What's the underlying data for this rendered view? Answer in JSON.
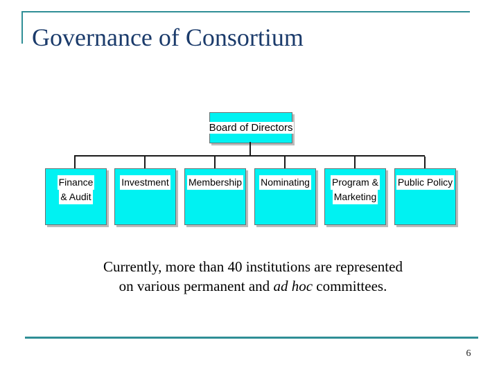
{
  "slide": {
    "title": "Governance of Consortium",
    "page_number": "6"
  },
  "org_chart": {
    "root": {
      "label": "Board of Directors"
    },
    "committees": [
      {
        "line1": "Finance",
        "line2": "& Audit"
      },
      {
        "line1": "Investment"
      },
      {
        "line1": "Membership"
      },
      {
        "line1": "Nominating"
      },
      {
        "line1": "Program &",
        "line2": "Marketing"
      },
      {
        "line1": "Public Policy"
      }
    ]
  },
  "body": {
    "line1": "Currently, more than 40 institutions are represented",
    "line2_before": "on various permanent and",
    "line2_italic": "ad hoc",
    "line2_after": "committees."
  },
  "colors": {
    "accent_line": "#2F8E96",
    "title_text": "#1B3B6B",
    "box_fill": "#00F2F2",
    "box_border": "#6F6F6F",
    "box_label_background": "#FFFFFF",
    "connector": "#1A1A1A",
    "body_text": "#000000"
  }
}
